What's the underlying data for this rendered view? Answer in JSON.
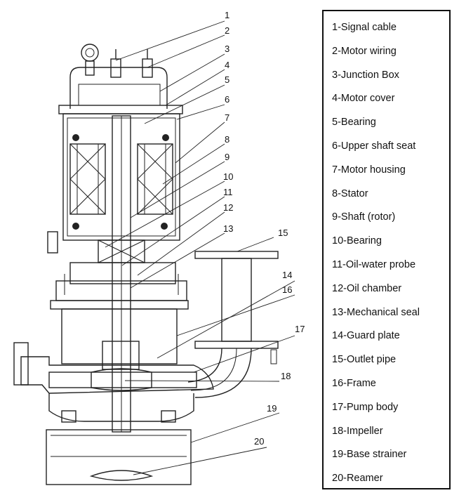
{
  "legend": [
    {
      "label": "1-Signal cable"
    },
    {
      "label": "2-Motor wiring"
    },
    {
      "label": "3-Junction Box"
    },
    {
      "label": "4-Motor cover"
    },
    {
      "label": "5-Bearing"
    },
    {
      "label": "6-Upper shaft seat"
    },
    {
      "label": "7-Motor housing"
    },
    {
      "label": "8-Stator"
    },
    {
      "label": "9-Shaft (rotor)"
    },
    {
      "label": "10-Bearing"
    },
    {
      "label": "11-Oil-water probe"
    },
    {
      "label": "12-Oil chamber"
    },
    {
      "label": "13-Mechanical seal"
    },
    {
      "label": "14-Guard plate"
    },
    {
      "label": "15-Outlet pipe"
    },
    {
      "label": "16-Frame"
    },
    {
      "label": "17-Pump body"
    },
    {
      "label": "18-Impeller"
    },
    {
      "label": "19-Base strainer"
    },
    {
      "label": "20-Reamer"
    }
  ],
  "callouts": [
    "1",
    "2",
    "3",
    "4",
    "5",
    "6",
    "7",
    "8",
    "9",
    "10",
    "11",
    "12",
    "13",
    "14",
    "15",
    "16",
    "17",
    "18",
    "19",
    "20"
  ]
}
